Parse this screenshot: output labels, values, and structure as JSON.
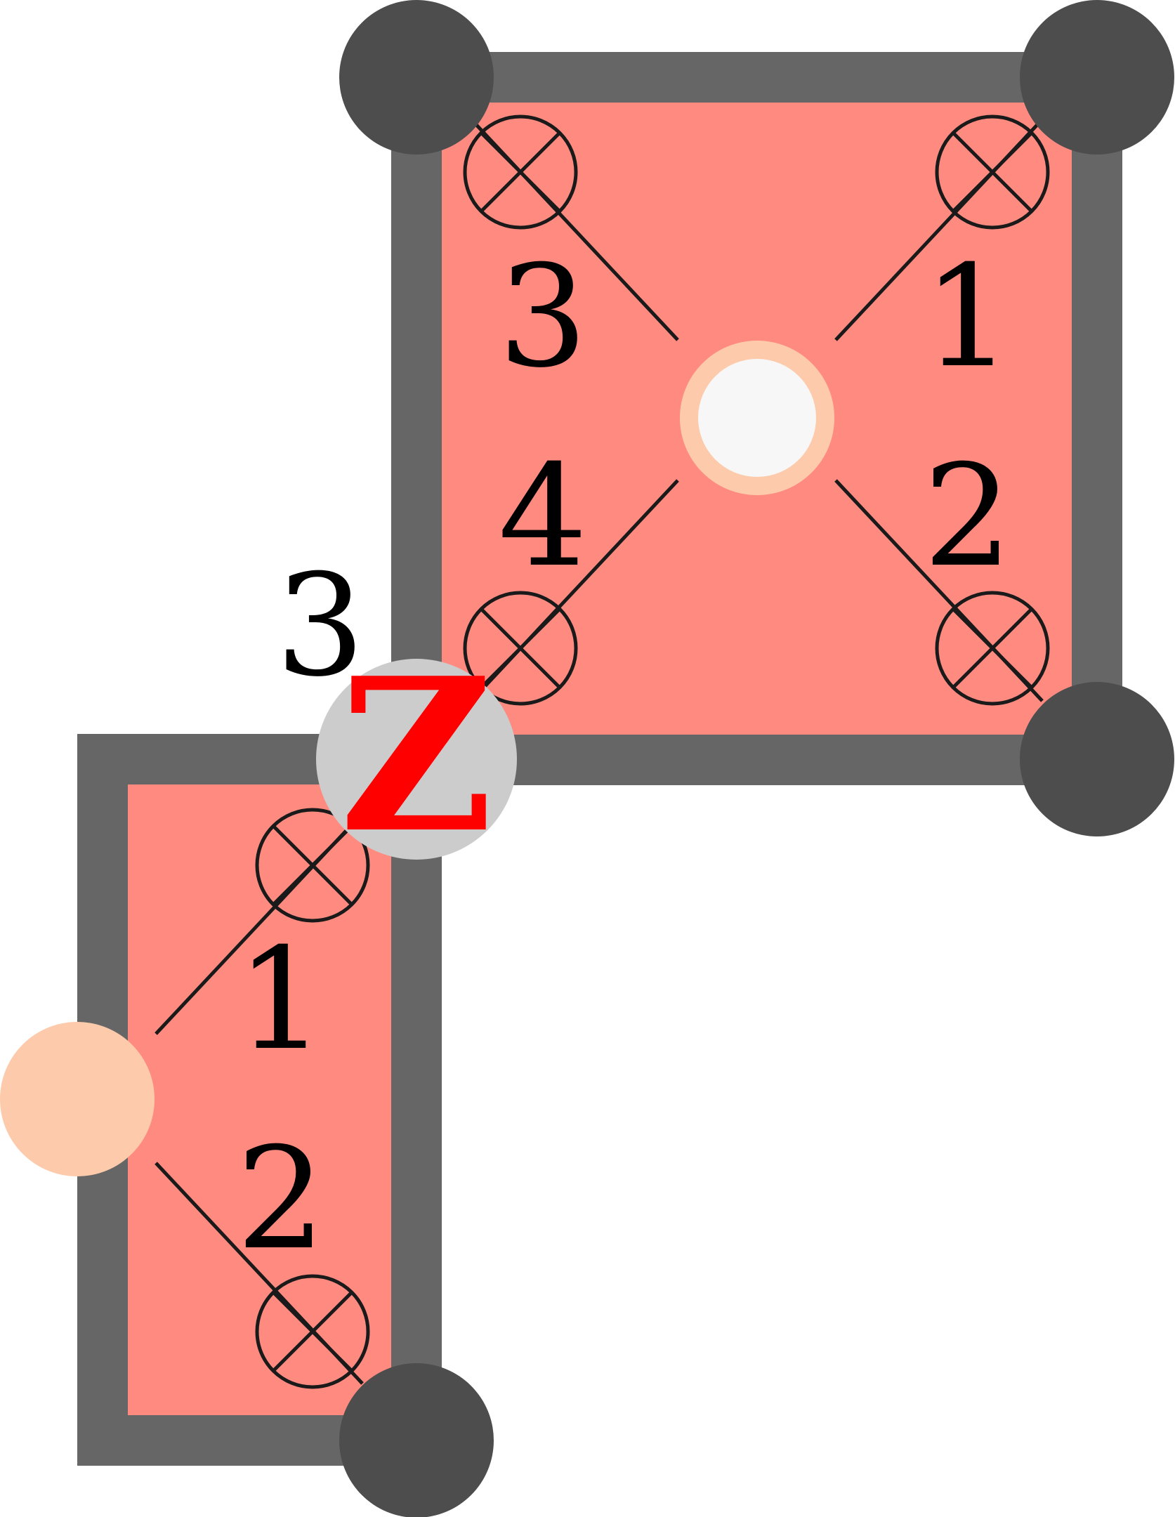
{
  "colors": {
    "background": "#ffffff",
    "plaquette_fill": "#fe8a80",
    "plaquette_border": "#666666",
    "corner_qubit": "#4d4d4d",
    "ancilla_light": "#fdcbab",
    "ancilla_inner": "#f7f7f7",
    "z_qubit": "#cccccc",
    "z_label": "#ff0000",
    "lines": "#1a1a1a"
  },
  "icons": {
    "measure_marker": "circled-cross-icon"
  },
  "diagram": {
    "upper_plaquette": {
      "labels": {
        "top_left": "3",
        "top_right": "1",
        "bottom_left": "4",
        "bottom_right": "2"
      }
    },
    "lower_plaquette": {
      "labels": {
        "upper": "1",
        "lower": "2"
      }
    },
    "z_qubit": {
      "label": "Z",
      "order_label": "3"
    }
  }
}
